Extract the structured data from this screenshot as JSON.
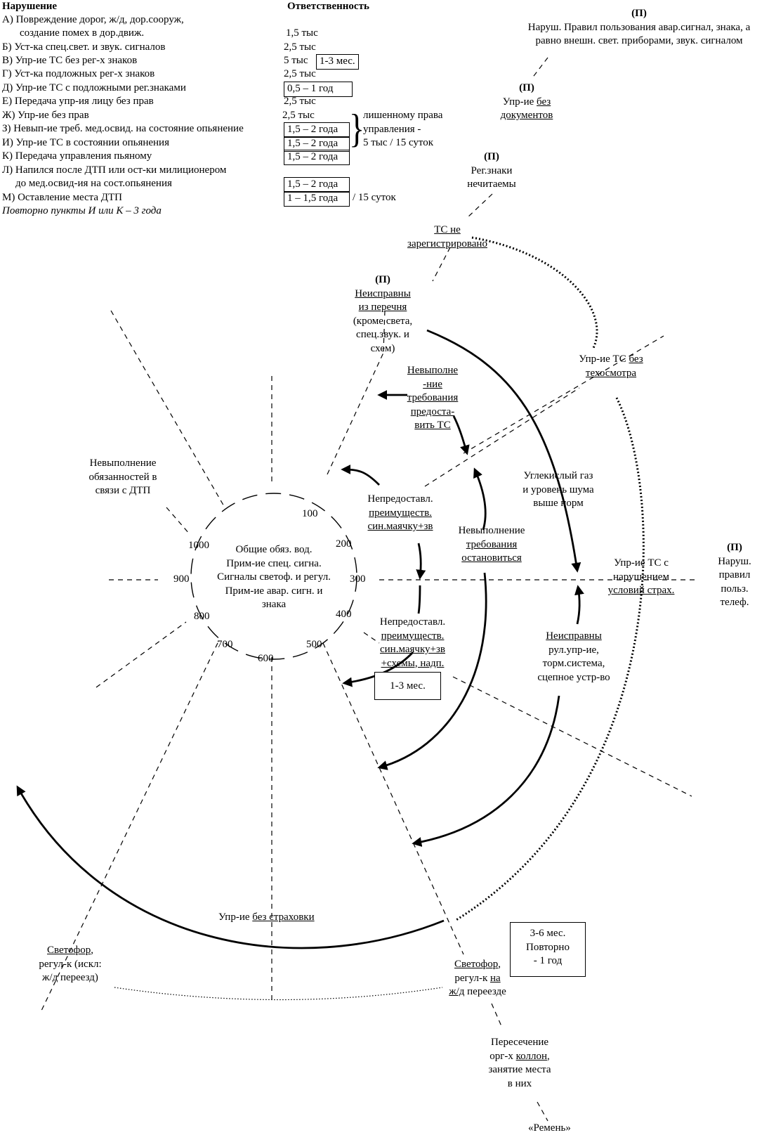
{
  "table": {
    "header_violation": "Нарушение",
    "header_liability": "Ответственность",
    "rows": [
      {
        "violation": "А) Повреждение дорог, ж/д, дор.сооруж,",
        "liability": ""
      },
      {
        "violation": "создание помех в дор.движ.",
        "liability": "1,5 тыс"
      },
      {
        "violation": "Б) Уст-ка спец.свет. и звук. сигналов",
        "liability": "2,5 тыс"
      },
      {
        "violation": "В) Упр-ие ТС без рег-х знаков",
        "liability": "5 тыс",
        "extra": "1-3 мес."
      },
      {
        "violation": "Г) Уст-ка подложных рег-х знаков",
        "liability": "2,5 тыс"
      },
      {
        "violation": "Д) Упр-ие ТС с подложными рег.знаками",
        "liability": "0,5 – 1 год"
      },
      {
        "violation": "Е) Передача упр-ия лицу без прав",
        "liability": "2,5 тыс"
      },
      {
        "violation": "Ж) Упр-ие без прав",
        "liability": "2,5 тыс"
      },
      {
        "violation": "З) Невып-ие треб. мед.освид. на состояние опьянение",
        "liability": "1,5 – 2 года"
      },
      {
        "violation": "И) Упр-ие ТС в состоянии опьянения",
        "liability": "1,5 – 2 года"
      },
      {
        "violation": "К) Передача управления пьяному",
        "liability": "1,5 – 2 года"
      },
      {
        "violation": "Л) Напился после ДТП или ост-ки милиционером",
        "liability": ""
      },
      {
        "violation": "до мед.освид-ия на сост.опьянения",
        "liability": "1,5 – 2 года"
      },
      {
        "violation": "М) Оставление места ДТП",
        "liability": "1 – 1,5 года",
        "extra": "/ 15 суток"
      }
    ],
    "repeat_note": "Повторно пункты И или К – 3 года",
    "brace_note": [
      "лишенному права",
      "управления -",
      "5 тыс / 15 суток"
    ]
  },
  "center": {
    "text": [
      "Общие обяз. вод.",
      "Прим-ие спец. сигна.",
      "Сигналы светоф. и регул.",
      "Прим-ие авар. сигн. и",
      "знака"
    ],
    "dial": [
      "100",
      "200",
      "300",
      "400",
      "500",
      "600",
      "700",
      "800",
      "900",
      "1000"
    ]
  },
  "nodes": {
    "p_prefix": "(П)",
    "avar_signal": [
      "Наруш. Правил пользования авар.сигнал, знака, а",
      "равно внешн. свет. приборами, звук. сигналом"
    ],
    "no_docs": [
      "Упр-ие ",
      "без",
      "документов"
    ],
    "plates_unreadable": [
      "Рег.знаки",
      "нечитаемы"
    ],
    "not_registered": [
      "ТС не",
      "зарегистрировано"
    ],
    "faulty_list": [
      "Неисправны",
      "из перечня",
      "(кроме света,",
      "спец.звук. и",
      "схем)"
    ],
    "no_inspection": [
      "Упр-ие ТС ",
      "без",
      "техосмотра"
    ],
    "not_present_vehicle": [
      "Невыполне",
      "-ние",
      "требования",
      "предоста-",
      "вить ТС"
    ],
    "accident_duties": [
      "Невыполнение",
      "обязанностей в",
      "связи с ДТП"
    ],
    "co_noise": [
      "Углекислый газ",
      "и уровень шума",
      "выше норм"
    ],
    "no_priority_1": [
      "Непредоставл.",
      "преимуществ.",
      "син.маячку+зв"
    ],
    "fail_to_stop": [
      "Невыполнение",
      "требования",
      "остановиться"
    ],
    "insurance_conditions": [
      "Упр-ие ТС с",
      "нарушением",
      "условий страх."
    ],
    "phone": [
      "Наруш.",
      "правил",
      "польз.",
      "телеф."
    ],
    "no_priority_2": [
      "Непредоставл.",
      "преимуществ.",
      "син.маячку+зв",
      "+схемы, надп."
    ],
    "no_priority_2_penalty": "1-3 мес.",
    "faulty_steering": [
      "Неисправны",
      "рул.упр-ие,",
      "торм.система,",
      "сцепное устр-во"
    ],
    "no_insurance": [
      "Упр-ие ",
      "без страховки"
    ],
    "traffic_light_rail": [
      "Светофор",
      ",",
      "регул-к ",
      "на",
      "ж/д",
      " переезде"
    ],
    "rail_penalty": [
      "3-6 мес.",
      "Повторно",
      "- 1 год"
    ],
    "traffic_light_general": [
      "Светофор",
      ",",
      "регул-к (искл:",
      "ж/д переезд)"
    ],
    "convoy": [
      "Пересечение",
      "орг-х ",
      "коллон",
      ",",
      "занятие места",
      "в них"
    ],
    "belt": "«Ремень»"
  }
}
